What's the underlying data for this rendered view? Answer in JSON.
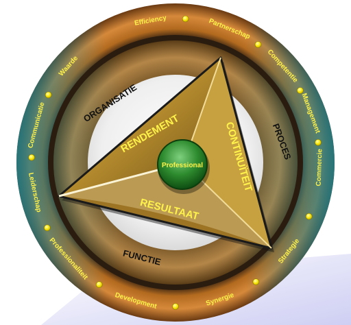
{
  "outer_ring": {
    "words": [
      "Efficiency",
      "Partnerschap",
      "Competentie",
      "Management",
      "Commercie",
      "Strategie",
      "Synergie",
      "Development",
      "Professionaliteit",
      "Leiderschap",
      "Communicatie",
      "Waarde"
    ]
  },
  "inner_ring": {
    "words": [
      "ORGANISATIE",
      "PROCES",
      "FUNCTIE"
    ]
  },
  "triangle": {
    "rendement": "RENDEMENT",
    "continuiteit": "CONTINUÏTEIT",
    "resultaat": "RESULTAAT"
  },
  "center": {
    "label": "Professional"
  },
  "colors": {
    "ring_orange": "#c77a24",
    "ring_teal": "#1f7f86",
    "ring_dark": "#3b2a1c",
    "triangle_gold": "#caa241",
    "center_green": "#2e8b2e",
    "dot_yellow": "#f6e200",
    "label_yellow": "#fff24a"
  }
}
